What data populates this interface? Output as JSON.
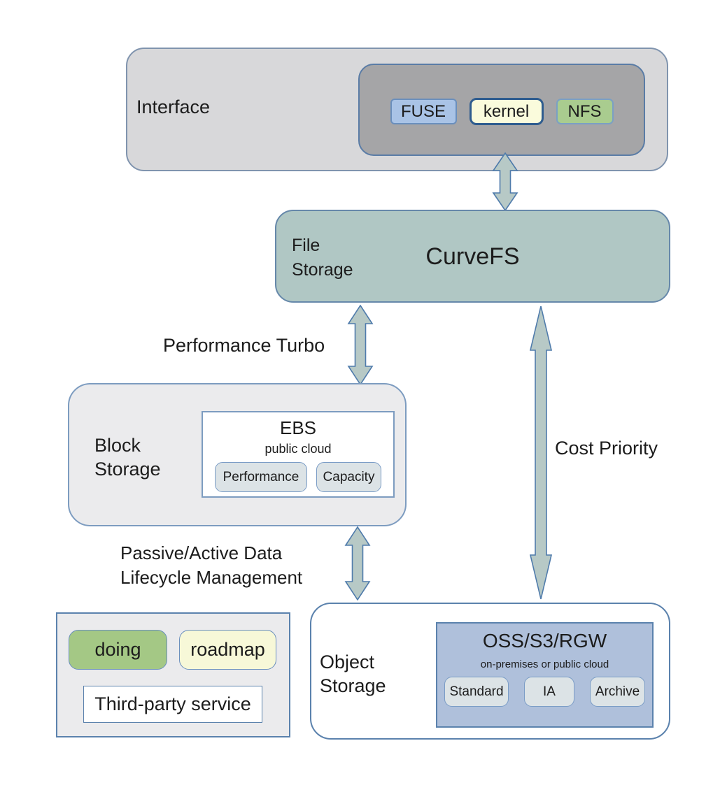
{
  "interface": {
    "label": "Interface",
    "chips": {
      "fuse": "FUSE",
      "kernel": "kernel",
      "nfs": "NFS"
    }
  },
  "file_storage": {
    "category_line1": "File",
    "category_line2": "Storage",
    "product": "CurveFS"
  },
  "block_storage": {
    "category_line1": "Block",
    "category_line2": "Storage",
    "ebs": {
      "title": "EBS",
      "subtitle": "public cloud",
      "chip_performance": "Performance",
      "chip_capacity": "Capacity"
    }
  },
  "object_storage": {
    "category_line1": "Object",
    "category_line2": "Storage",
    "oss": {
      "title": "OSS/S3/RGW",
      "subtitle": "on-premises or public cloud",
      "chip_standard": "Standard",
      "chip_ia": "IA",
      "chip_archive": "Archive"
    }
  },
  "edge_labels": {
    "performance_turbo": "Performance Turbo",
    "cost_priority": "Cost Priority",
    "lifecycle_line1": "Passive/Active Data",
    "lifecycle_line2": "Lifecycle Management"
  },
  "legend": {
    "doing": "doing",
    "roadmap": "roadmap",
    "third_party": "Third-party service"
  },
  "colors": {
    "accent_border": "#5b82ad",
    "arrow_fill": "#b7c9c6",
    "interface_fill": "#d8d8da",
    "interface_inner_fill": "#a5a5a7",
    "curvefs_fill": "#b0c7c4",
    "fuse_fill": "#a9c3e6",
    "kernel_fill": "#fafbdc",
    "nfs_fill": "#a9cc8f",
    "panel_fill": "#ebebed",
    "sub_chip_fill": "#dce3e6",
    "oss_fill": "#afc0db",
    "doing_fill": "#a4c885",
    "roadmap_fill": "#f7f8d8"
  }
}
